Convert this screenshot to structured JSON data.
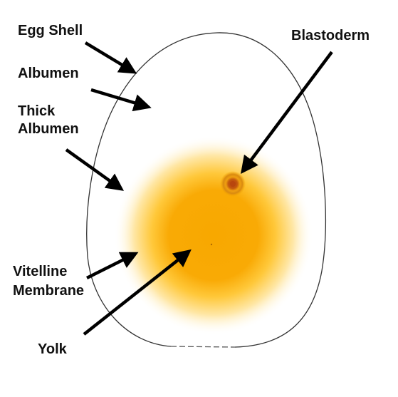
{
  "diagram": {
    "labels": {
      "egg_shell": "Egg Shell",
      "albumen": "Albumen",
      "thick_albumen_line1": "Thick",
      "thick_albumen_line2": "Albumen",
      "vitelline_line1": "Vitelline",
      "vitelline_line2": "Membrane",
      "yolk": "Yolk",
      "blastoderm": "Blastoderm"
    },
    "colors": {
      "yolk_core": "#F8A800",
      "yolk_edge": "#FFC83A",
      "thick_albumen_glow": "#FFE7A6",
      "blastoderm_ring": "#D98A10",
      "blastoderm_center": "#B8460E",
      "shell_outline": "#333333",
      "arrow": "#000000"
    }
  }
}
